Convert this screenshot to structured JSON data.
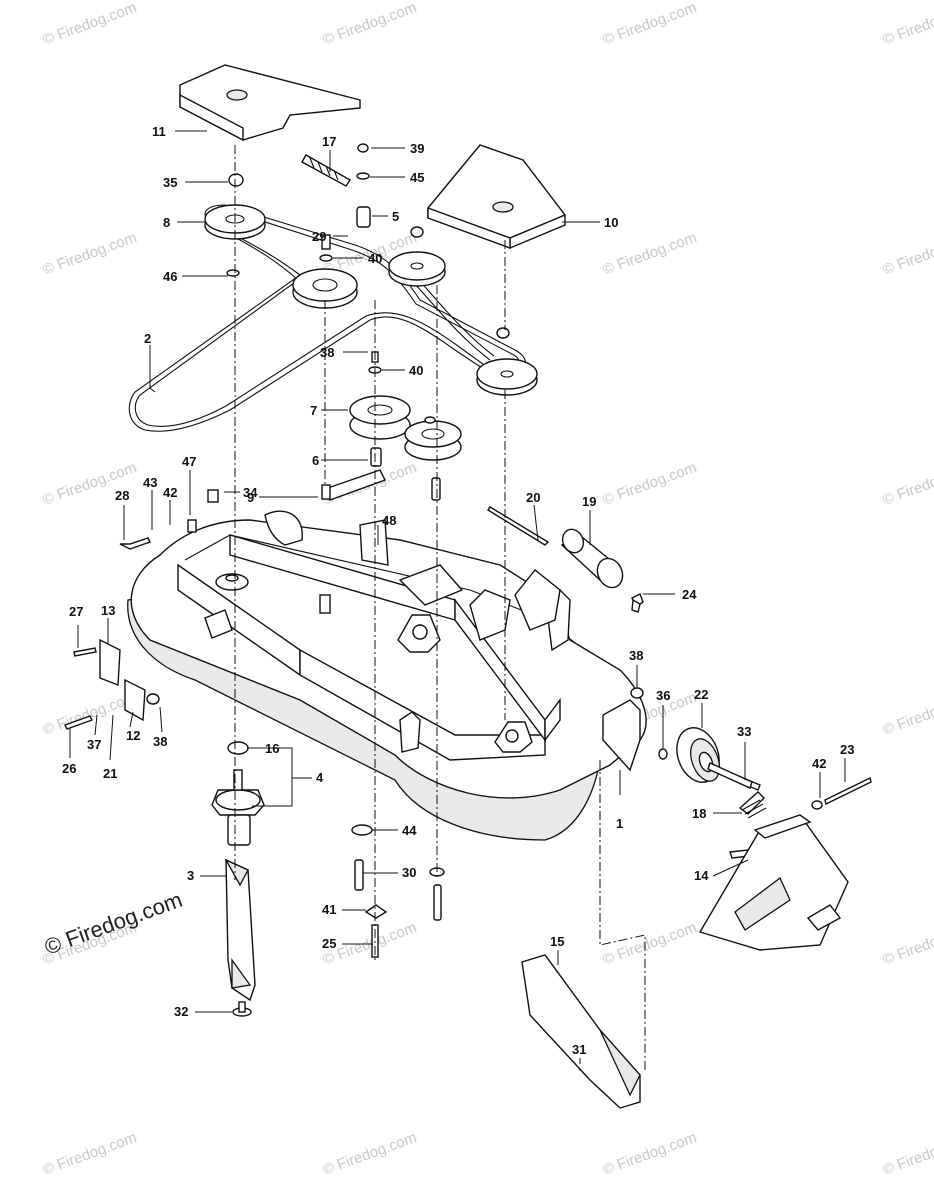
{
  "watermark": {
    "text": "© Firedog.com",
    "large_text": "© Firedog.com"
  },
  "callouts": [
    {
      "id": "c1",
      "text": "1"
    },
    {
      "id": "c2",
      "text": "2"
    },
    {
      "id": "c3",
      "text": "3"
    },
    {
      "id": "c4",
      "text": "4"
    },
    {
      "id": "c5",
      "text": "5"
    },
    {
      "id": "c6",
      "text": "6"
    },
    {
      "id": "c7",
      "text": "7"
    },
    {
      "id": "c8",
      "text": "8"
    },
    {
      "id": "c9",
      "text": "9"
    },
    {
      "id": "c10",
      "text": "10"
    },
    {
      "id": "c11",
      "text": "11"
    },
    {
      "id": "c12",
      "text": "12"
    },
    {
      "id": "c13",
      "text": "13"
    },
    {
      "id": "c14",
      "text": "14"
    },
    {
      "id": "c15",
      "text": "15"
    },
    {
      "id": "c16",
      "text": "16"
    },
    {
      "id": "c17",
      "text": "17"
    },
    {
      "id": "c18",
      "text": "18"
    },
    {
      "id": "c19",
      "text": "19"
    },
    {
      "id": "c20",
      "text": "20"
    },
    {
      "id": "c21",
      "text": "21"
    },
    {
      "id": "c22",
      "text": "22"
    },
    {
      "id": "c23",
      "text": "23"
    },
    {
      "id": "c24",
      "text": "24"
    },
    {
      "id": "c25",
      "text": "25"
    },
    {
      "id": "c26",
      "text": "26"
    },
    {
      "id": "c27",
      "text": "27"
    },
    {
      "id": "c28",
      "text": "28"
    },
    {
      "id": "c29",
      "text": "29"
    },
    {
      "id": "c30",
      "text": "30"
    },
    {
      "id": "c31",
      "text": "31"
    },
    {
      "id": "c32",
      "text": "32"
    },
    {
      "id": "c33",
      "text": "33"
    },
    {
      "id": "c34",
      "text": "34"
    },
    {
      "id": "c35",
      "text": "35"
    },
    {
      "id": "c36",
      "text": "36"
    },
    {
      "id": "c37",
      "text": "37"
    },
    {
      "id": "c38a",
      "text": "38"
    },
    {
      "id": "c38b",
      "text": "38"
    },
    {
      "id": "c38c",
      "text": "38"
    },
    {
      "id": "c39",
      "text": "39"
    },
    {
      "id": "c40a",
      "text": "40"
    },
    {
      "id": "c40b",
      "text": "40"
    },
    {
      "id": "c41",
      "text": "41"
    },
    {
      "id": "c42a",
      "text": "42"
    },
    {
      "id": "c42b",
      "text": "42"
    },
    {
      "id": "c43",
      "text": "43"
    },
    {
      "id": "c44",
      "text": "44"
    },
    {
      "id": "c45",
      "text": "45"
    },
    {
      "id": "c46",
      "text": "46"
    },
    {
      "id": "c47",
      "text": "47"
    },
    {
      "id": "c48",
      "text": "48"
    }
  ]
}
